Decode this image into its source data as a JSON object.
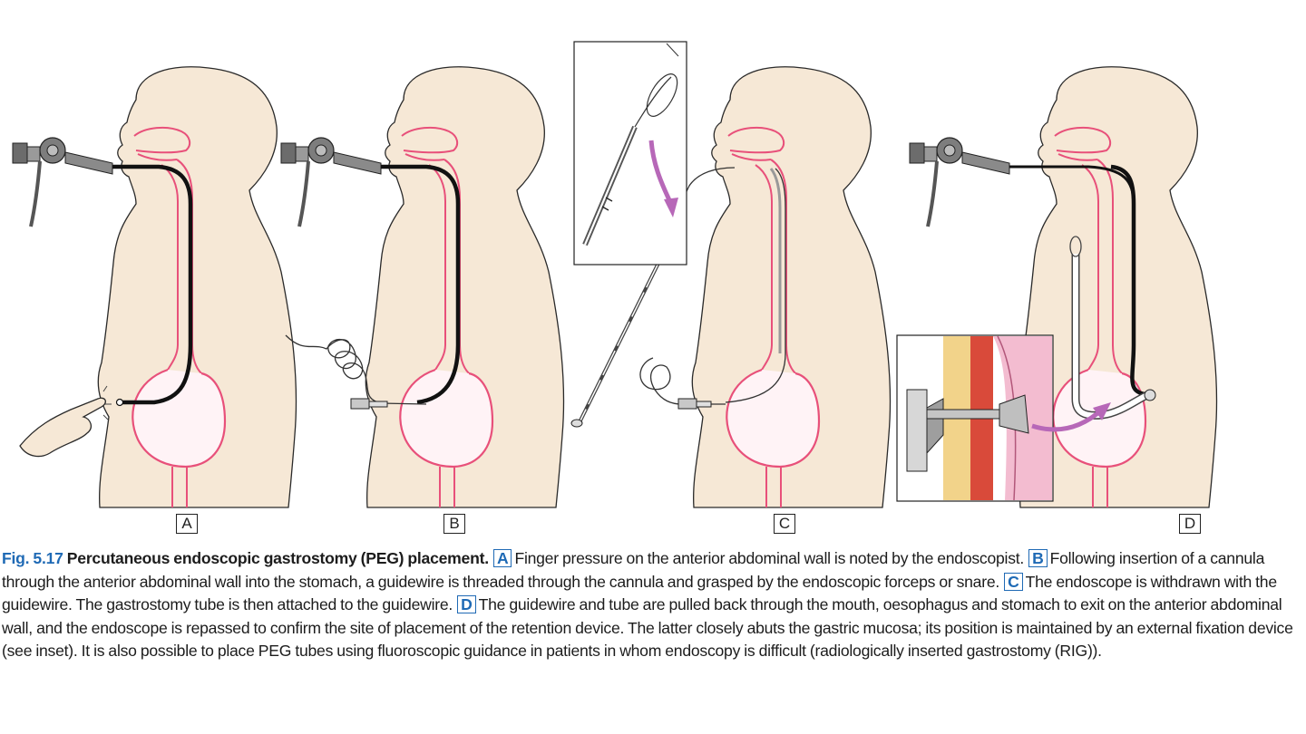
{
  "figure": {
    "panels": [
      {
        "id": "A",
        "label": "A"
      },
      {
        "id": "B",
        "label": "B"
      },
      {
        "id": "C",
        "label": "C"
      },
      {
        "id": "D",
        "label": "D"
      }
    ]
  },
  "caption": {
    "fig_number": "Fig. 5.17",
    "title": "Percutaneous endoscopic gastrostomy (PEG) placement.",
    "parts": [
      {
        "label": "A",
        "text": "Finger pressure on the anterior abdominal wall is noted by the endoscopist."
      },
      {
        "label": "B",
        "text": "Following insertion of a cannula through the anterior abdominal wall into the stomach, a guidewire is threaded through the cannula and grasped by the endoscopic forceps or snare."
      },
      {
        "label": "C",
        "text": "The endoscope is withdrawn with the guidewire. The gastrostomy tube is then attached to the guidewire."
      },
      {
        "label": "D",
        "text": "The guidewire and tube are pulled back through the mouth, oesophagus and stomach to exit on the anterior abdominal wall, and the endoscope is repassed to confirm the site of placement of the retention device. The latter closely abuts the gastric mucosa; its position is maintained by an external fixation device (see inset). It is also possible to place PEG tubes using fluoroscopic guidance in patients in whom endoscopy is difficult (radiologically inserted gastrostomy (RIG))."
      }
    ]
  },
  "colors": {
    "skin": "#f6e8d6",
    "outline": "#2a2a2a",
    "mucosa": "#e8507a",
    "arrow": "#b768b8",
    "accent": "#1f6ab5"
  }
}
